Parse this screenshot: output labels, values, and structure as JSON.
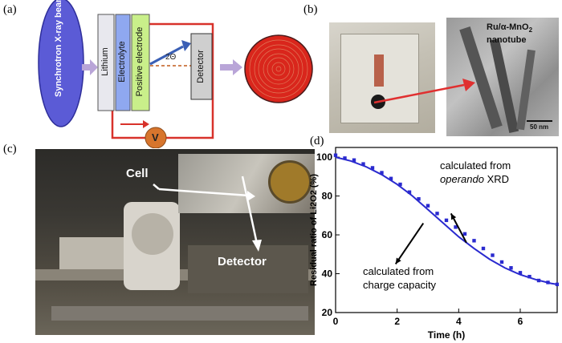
{
  "panels": {
    "a": {
      "label": "(a)",
      "beam": "Synchrotron X-ray beam",
      "layers": [
        "Lithium",
        "Electrolyte",
        "Positive electrode"
      ],
      "angle": "2Θ",
      "detector": "Detector",
      "voltmeter": "V"
    },
    "b": {
      "label": "(b)",
      "tem_caption_line1": "Ru/α-MnO",
      "tem_caption_sub": "2",
      "tem_caption_line2": "nanotube",
      "scale_bar": "50 nm"
    },
    "c": {
      "label": "(c)",
      "cell_label": "Cell",
      "detector_label": "Detector"
    },
    "d": {
      "label": "(d)",
      "annotation_top_line1": "calculated from",
      "annotation_top_line2_italic": "operando",
      "annotation_top_line2_rest": " XRD",
      "annotation_bottom_line1": "calculated from",
      "annotation_bottom_line2": "charge capacity"
    }
  },
  "colors": {
    "beam_fill": "#5b5bd6",
    "lithium": "#e8e8ee",
    "electrolyte": "#8fa8f0",
    "positive_electrode": "#c9ef8a",
    "arrow_blue": "#3a5fb5",
    "circuit_red": "#d8322b",
    "voltmeter": "#d7752d",
    "diffraction_red": "#d9261c",
    "flow_arrow": "#b9a5d8",
    "curve_blue": "#2a2acf",
    "pointer_red": "#e03030"
  },
  "chart_data": {
    "type": "line",
    "title": "",
    "xlabel": "Time (h)",
    "ylabel": "Residual ratio of Li2O2 (%)",
    "xlim": [
      0,
      7.2
    ],
    "ylim": [
      20,
      105
    ],
    "xticks": [
      0,
      2,
      4,
      6
    ],
    "yticks": [
      20,
      40,
      60,
      80,
      100
    ],
    "series": [
      {
        "style": "line",
        "x": [
          0,
          0.5,
          1,
          1.5,
          2,
          2.5,
          3,
          3.5,
          4,
          4.5,
          5,
          5.5,
          6,
          6.5,
          7,
          7.2
        ],
        "y": [
          100,
          98,
          95,
          91,
          86,
          80,
          73,
          66,
          59,
          53,
          47.5,
          43,
          39.5,
          37,
          35,
          34.5
        ]
      },
      {
        "style": "markers",
        "x": [
          0,
          0.3,
          0.6,
          0.9,
          1.2,
          1.5,
          1.8,
          2.1,
          2.4,
          2.7,
          3.0,
          3.3,
          3.6,
          3.9,
          4.2,
          4.5,
          4.8,
          5.1,
          5.4,
          5.7,
          6.0,
          6.3,
          6.6,
          6.9,
          7.2
        ],
        "y": [
          101,
          99.5,
          98.5,
          96.5,
          94.5,
          92,
          89,
          86,
          82,
          78.5,
          75,
          71,
          67.5,
          64,
          60.5,
          57,
          53,
          49.5,
          46,
          43,
          40.5,
          38.5,
          36.5,
          35.5,
          34.5
        ]
      }
    ]
  }
}
